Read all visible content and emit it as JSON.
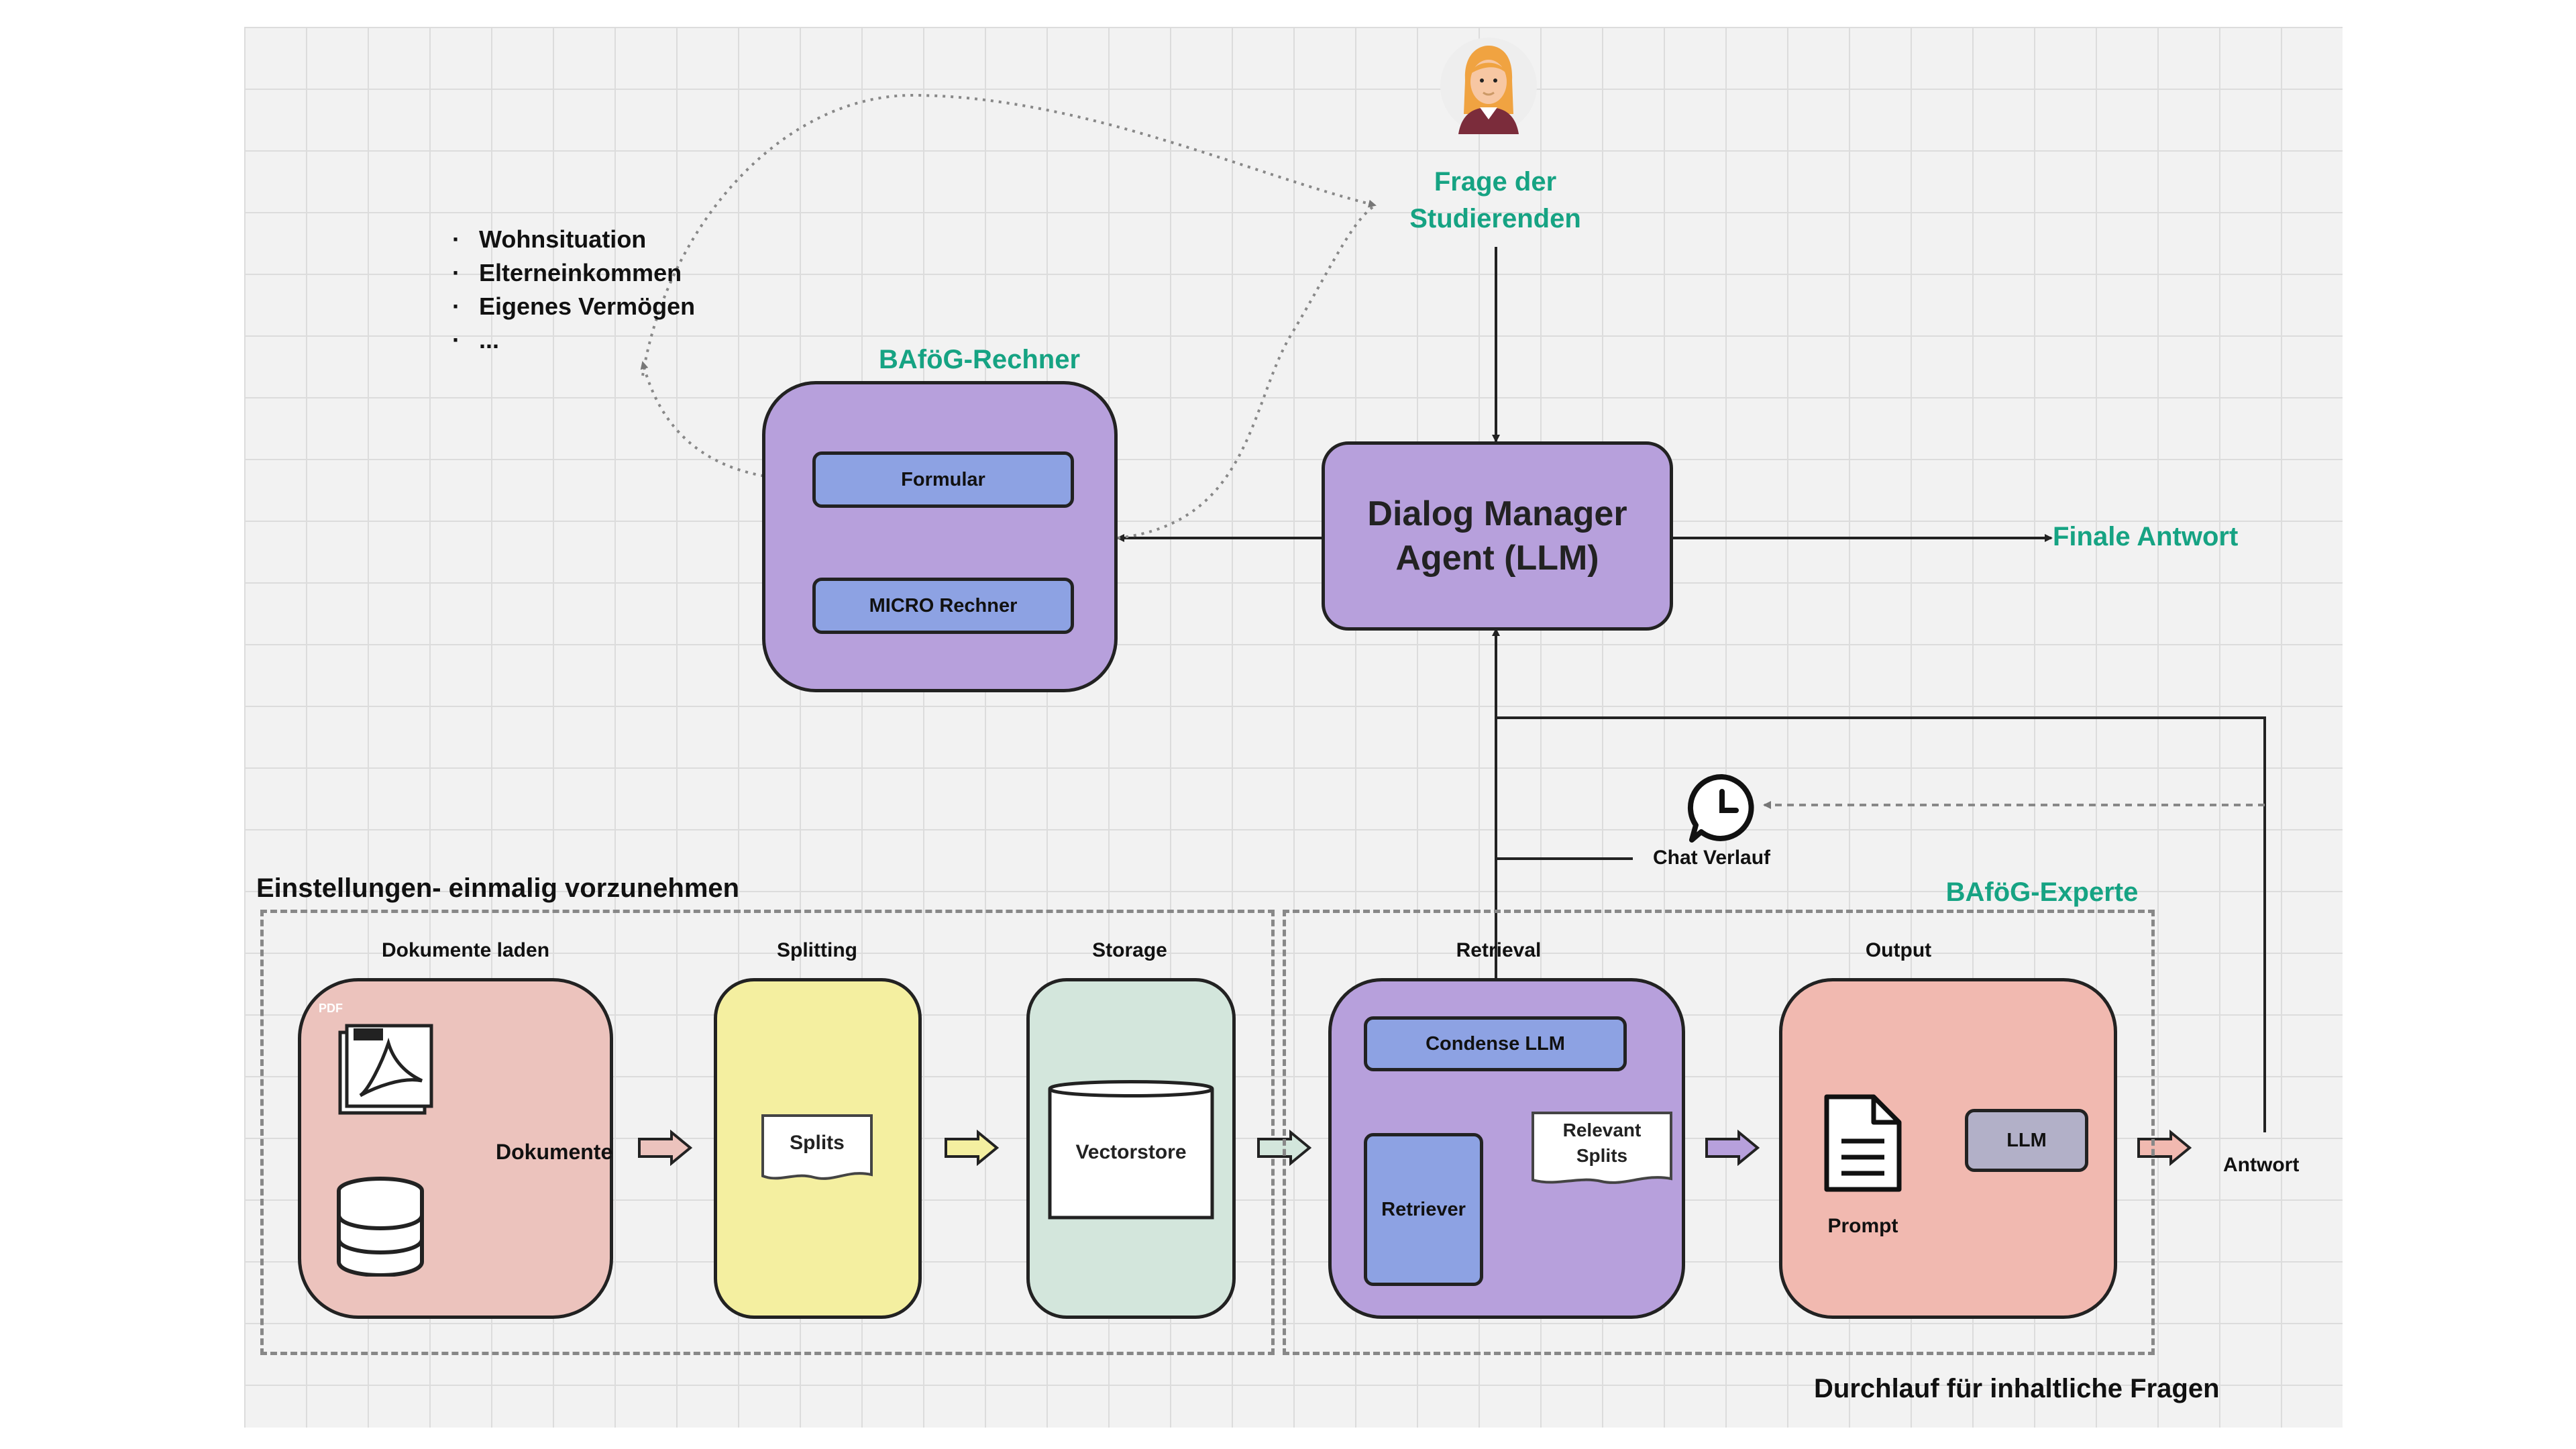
{
  "student": {
    "question_label_line1": "Frage der",
    "question_label_line2": "Studierenden"
  },
  "factors": {
    "items": [
      "Wohnsituation",
      "Elterneinkommen",
      "Eigenes Vermögen",
      "..."
    ]
  },
  "bafoeg_rechner": {
    "title": "BAföG-Rechner",
    "formular": "Formular",
    "micro": "MICRO Rechner"
  },
  "dialog_manager": {
    "line1": "Dialog Manager",
    "line2": "Agent (LLM)"
  },
  "final_answer": "Finale Antwort",
  "chat_history": "Chat Verlauf",
  "setup": {
    "title": "Einstellungen- einmalig vorzunehmen",
    "documents": {
      "label": "Dokumente laden",
      "brace_label": "Dokumente",
      "pdf_tag": "PDF"
    },
    "splitting": {
      "label": "Splitting",
      "doc": "Splits"
    },
    "storage": {
      "label": "Storage",
      "store": "Vectorstore"
    }
  },
  "expert": {
    "title": "BAföG-Experte",
    "retrieval": {
      "label": "Retrieval",
      "condense": "Condense LLM",
      "retriever": "Retriever",
      "relevant_line1": "Relevant",
      "relevant_line2": "Splits"
    },
    "output": {
      "label": "Output",
      "prompt": "Prompt",
      "llm": "LLM"
    },
    "answer": "Antwort",
    "footer": "Durchlauf für inhaltliche Fragen"
  },
  "colors": {
    "accent_green": "#16a383",
    "purple": "#b7a0dc",
    "blue": "#8da2e3",
    "pink": "#ecc3bd",
    "yellow": "#f4efa0",
    "mint": "#d3e6dc",
    "salmon": "#f1b9b0",
    "gray_llm": "#b2b0c8"
  }
}
